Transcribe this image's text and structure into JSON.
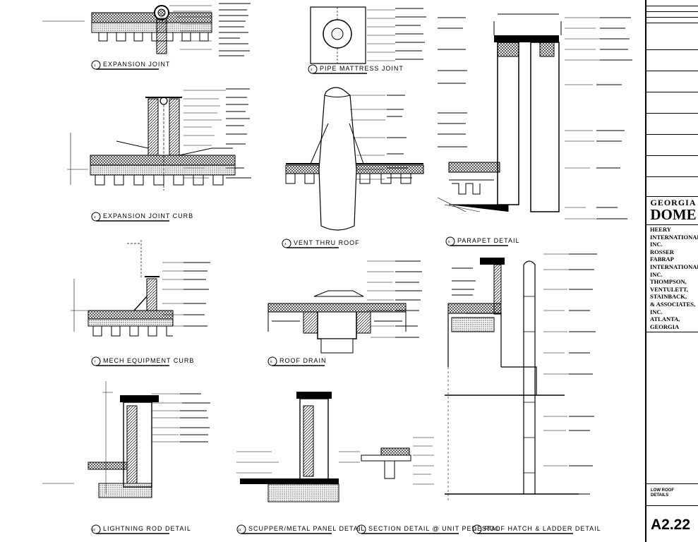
{
  "titleblock": {
    "logo_line1": "GEORGIA",
    "logo_line2": "DOME",
    "firms": [
      "HEERY",
      "INTERNATIONAL,",
      "INC.",
      "ROSSER",
      "FABRAP",
      "INTERNATIONAL,",
      "INC.",
      "THOMPSON,",
      "VENTULETT,",
      "STAINBACK,",
      "& ASSOCIATES,",
      "INC.",
      "ATLANTA,",
      "GEORGIA"
    ],
    "sheet_title_1": "LOW ROOF",
    "sheet_title_2": "DETAILS",
    "sheet_number": "A2.22"
  },
  "details": {
    "expansion_joint": {
      "num": "1",
      "title": "EXPANSION JOINT"
    },
    "pipe_pitch": {
      "num": "2",
      "title": "PIPE MATTRESS JOINT"
    },
    "exp_joint_curb": {
      "num": "3",
      "title": "EXPANSION JOINT CURB"
    },
    "vent_thru_roof": {
      "num": "4",
      "title": "VENT THRU ROOF"
    },
    "parapet": {
      "num": "5",
      "title": "PARAPET DETAIL"
    },
    "mech_curb": {
      "num": "7",
      "title": "MECH EQUIPMENT CURB"
    },
    "roof_drain": {
      "num": "8",
      "title": "ROOF DRAIN"
    },
    "lightning": {
      "num": "10",
      "title": "LIGHTNING ROD DETAIL"
    },
    "scupper": {
      "num": "11",
      "title": "SCUPPER/METAL PANEL DETAIL"
    },
    "pedestal": {
      "num": "12",
      "title": "SECTION DETAIL @ UNIT PEDESTAL"
    },
    "hatch": {
      "num": "13",
      "title": "ROOF HATCH & LADDER DETAIL"
    }
  }
}
